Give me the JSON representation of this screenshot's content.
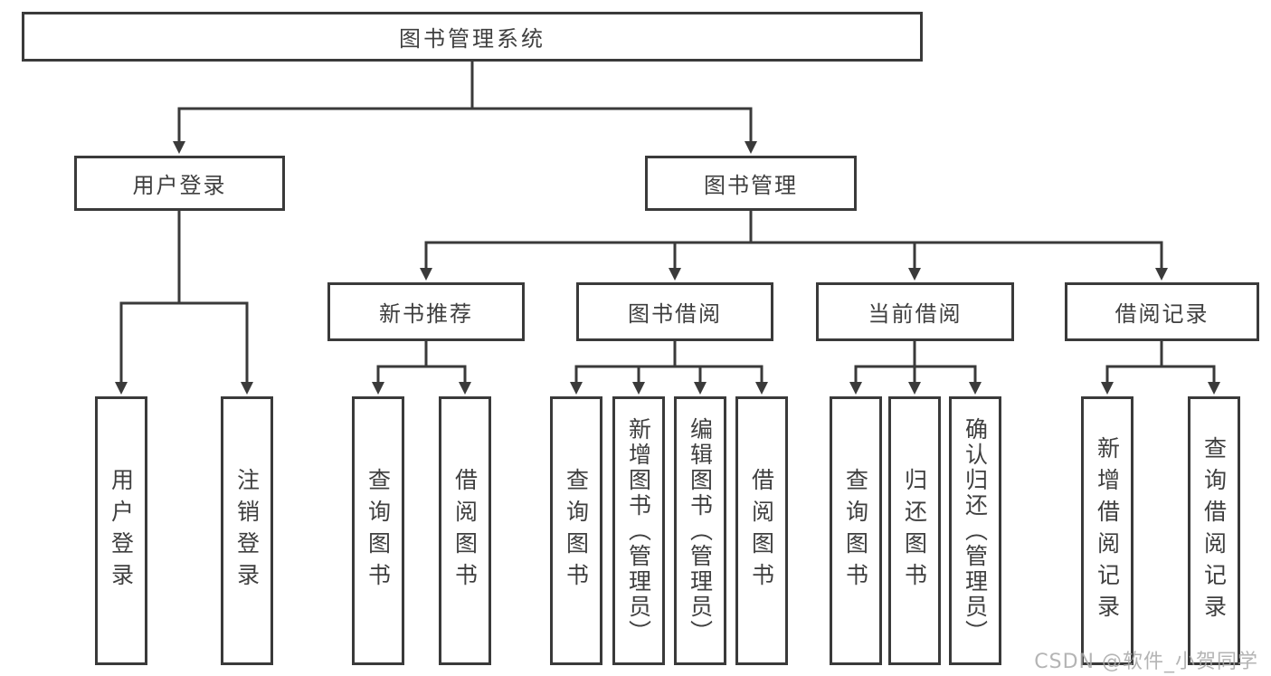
{
  "diagram": {
    "root": {
      "label": "图书管理系统"
    },
    "branches": [
      {
        "label": "用户登录",
        "children": [
          {
            "label": "用户登录"
          },
          {
            "label": "注销登录"
          }
        ]
      },
      {
        "label": "图书管理",
        "children": [
          {
            "label": "新书推荐",
            "children": [
              {
                "label": "查询图书"
              },
              {
                "label": "借阅图书"
              }
            ]
          },
          {
            "label": "图书借阅",
            "children": [
              {
                "label": "查询图书"
              },
              {
                "label": "新增图书（管理员）"
              },
              {
                "label": "编辑图书（管理员）"
              },
              {
                "label": "借阅图书"
              }
            ]
          },
          {
            "label": "当前借阅",
            "children": [
              {
                "label": "查询图书"
              },
              {
                "label": "归还图书"
              },
              {
                "label": "确认归还（管理员）"
              }
            ]
          },
          {
            "label": "借阅记录",
            "children": [
              {
                "label": "新增借阅记录"
              },
              {
                "label": "查询借阅记录"
              }
            ]
          }
        ]
      }
    ]
  },
  "watermark": {
    "text": "CSDN @软件_小贺同学"
  },
  "colors": {
    "line": "#3a3a3a",
    "text": "#3f3f3f",
    "box_background": "#ffffff",
    "watermark_text": "#a8a8a8"
  }
}
